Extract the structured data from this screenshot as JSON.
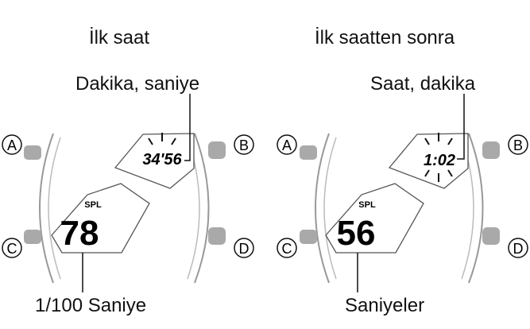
{
  "panels": [
    {
      "heading": "İlk saat",
      "top_callout": "Dakika, saniye",
      "upper_display": "34'56",
      "lower_label": "SPL",
      "lower_display": "78",
      "bottom_callout": "1/100 Saniye"
    },
    {
      "heading": "İlk saatten sonra",
      "top_callout": "Saat, dakika",
      "upper_display": "1:02",
      "lower_label": "SPL",
      "lower_display": "56",
      "bottom_callout": "Saniyeler"
    }
  ],
  "buttons": {
    "a": "A",
    "b": "B",
    "c": "C",
    "d": "D"
  }
}
